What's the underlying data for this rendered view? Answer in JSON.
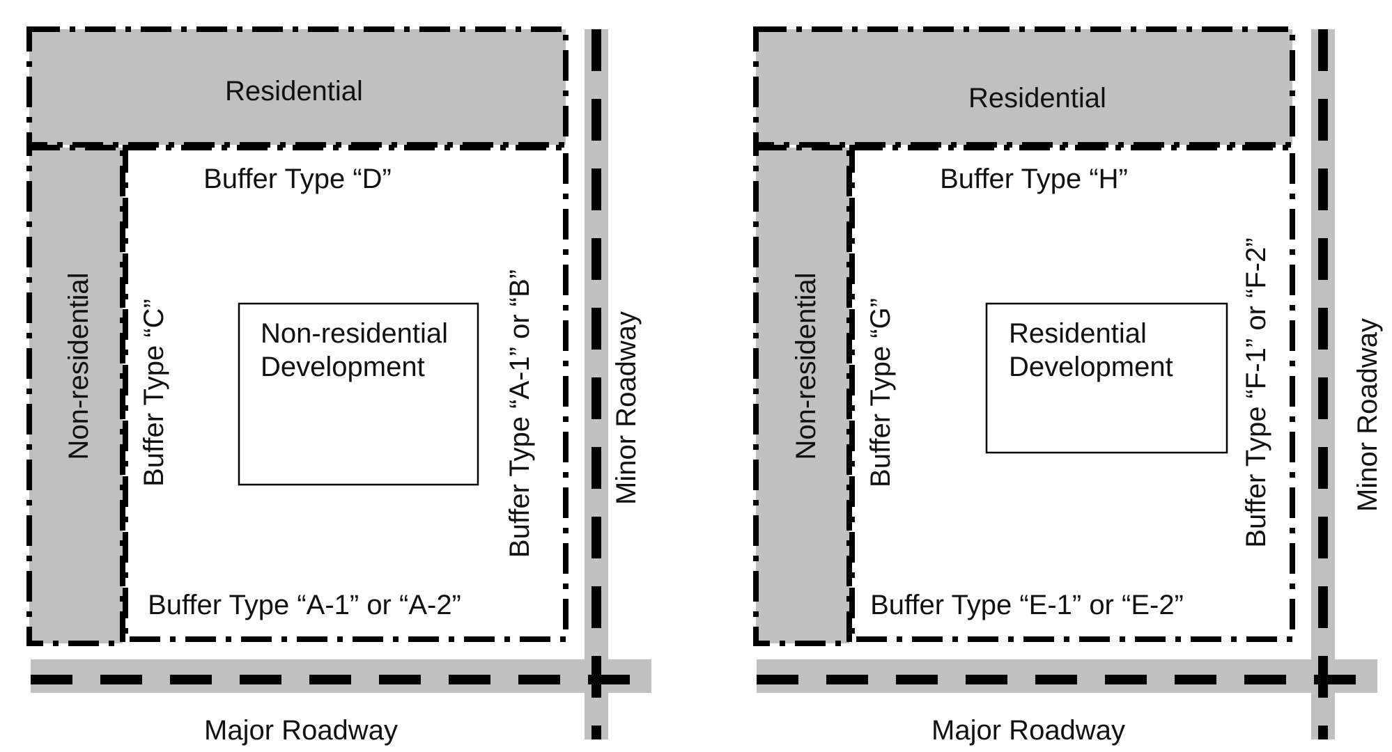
{
  "diagrams": [
    {
      "neighbor_top": "Residential",
      "neighbor_left": "Non-residential",
      "buffer_top": "Buffer Type “D”",
      "buffer_left": "Buffer Type “C”",
      "buffer_right": "Buffer Type “A-1” or “B”",
      "buffer_bottom": "Buffer Type “A-1” or “A-2”",
      "development_line1": "Non-residential",
      "development_line2": "Development",
      "road_right": "Minor Roadway",
      "road_bottom": "Major Roadway"
    },
    {
      "neighbor_top": "Residential",
      "neighbor_left": "Non-residential",
      "buffer_top": "Buffer Type “H”",
      "buffer_left": "Buffer Type “G”",
      "buffer_right": "Buffer Type “F-1” or “F-2”",
      "buffer_bottom": "Buffer Type “E-1” or “E-2”",
      "development_line1": "Residential",
      "development_line2": "Development",
      "road_right": "Minor Roadway",
      "road_bottom": "Major Roadway"
    }
  ],
  "colors": {
    "neighbor_fill": "#c0c0c0",
    "road_fill": "#c0c0c0",
    "line": "#000000"
  }
}
